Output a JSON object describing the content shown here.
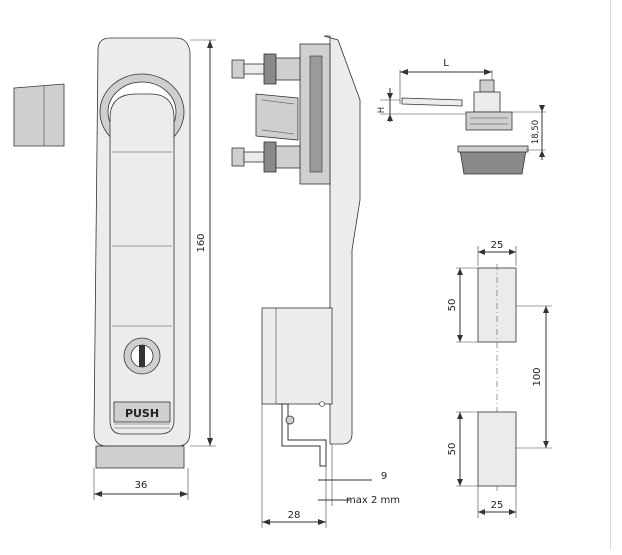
{
  "dimensions": {
    "height_160": "160",
    "width_36": "36",
    "depth_28": "28",
    "offset_9": "9",
    "max_thickness": "max 2 mm",
    "cable_L": "L",
    "cable_H": "H",
    "insert_height": "18,50",
    "cutout_width_top": "25",
    "cutout_height_top": "50",
    "cutout_spacing": "100",
    "cutout_height_bottom": "50",
    "cutout_width_bottom": "25"
  },
  "handle": {
    "push_label": "PUSH"
  }
}
